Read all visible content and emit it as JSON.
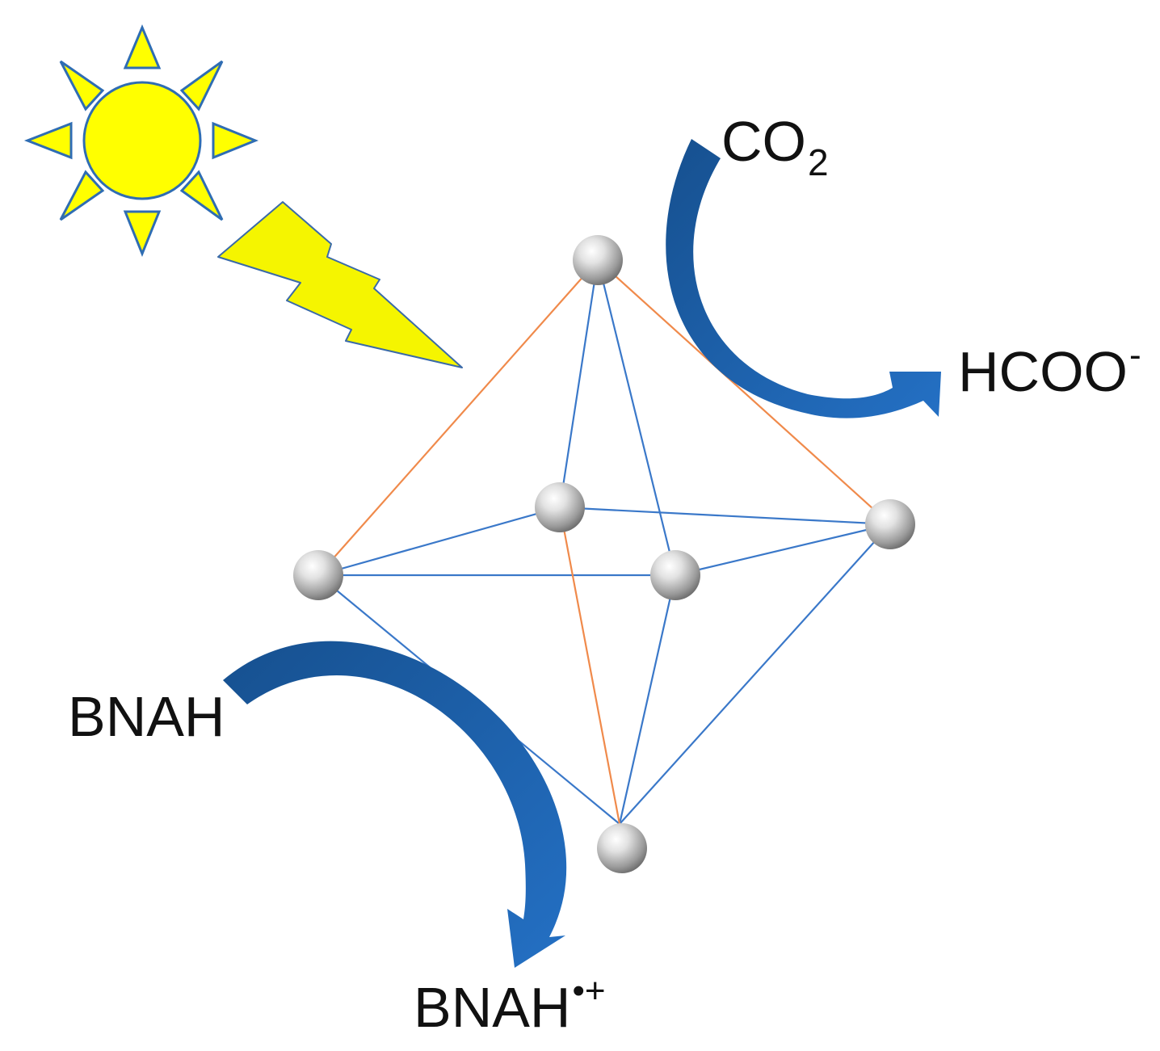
{
  "labels": {
    "co2_main": "CO",
    "co2_sub": "2",
    "hcoo_main": "HCOO",
    "hcoo_sup": "-",
    "bnah": "BNAH",
    "bnah_ox_main": "BNAH",
    "bnah_ox_sup": "•+"
  },
  "colors": {
    "sun_fill": "#ffff00",
    "sun_outline": "#2f6db3",
    "lightning_fill": "#f5f500",
    "edge_orange": "#f08a4b",
    "edge_blue": "#3a78c9",
    "arrow_blue": "#1f5fa8",
    "node_fill": "#c8c8c8"
  }
}
